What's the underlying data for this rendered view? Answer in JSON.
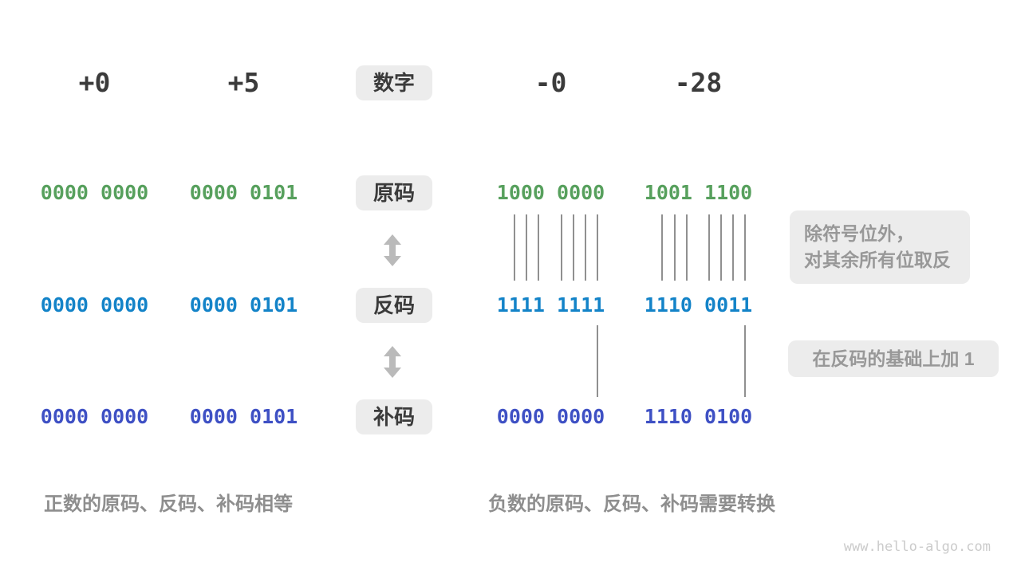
{
  "title_row": {
    "box_label": "数字",
    "numbers": [
      "+0",
      "+5",
      "-0",
      "-28"
    ]
  },
  "encoding_rows": [
    {
      "name": "sign-magnitude",
      "label": "原码",
      "color": "#57a05d",
      "values": [
        "0000 0000",
        "0000 0101",
        "1000 0000",
        "1001 1100"
      ]
    },
    {
      "name": "ones-complement",
      "label": "反码",
      "color": "#1383c8",
      "values": [
        "0000 0000",
        "0000 0101",
        "1111 1111",
        "1110 0011"
      ]
    },
    {
      "name": "twos-complement",
      "label": "补码",
      "color": "#3e50c4",
      "values": [
        "0000 0000",
        "0000 0101",
        "0000 0000",
        "1110 0100"
      ]
    }
  ],
  "annotations": {
    "flip_note_line1": "除符号位外，",
    "flip_note_line2": "对其余所有位取反",
    "add_one_note": "在反码的基础上加 1"
  },
  "captions": {
    "positive": "正数的原码、反码、补码相等",
    "negative": "负数的原码、反码、补码需要转换"
  },
  "watermark": "www.hello-algo.com",
  "colors": {
    "background": "#ffffff",
    "number_text": "#3b3b3b",
    "label_box_bg": "#ececec",
    "sign_magnitude_green": "#57a05d",
    "ones_complement_blue": "#1383c8",
    "twos_complement_indigo": "#3e50c4",
    "annotation_text": "#989898",
    "caption_text": "#8e8e8e",
    "arrow_gray": "#bababa",
    "connector_line": "#909090",
    "watermark_text": "#cbcbcb"
  }
}
